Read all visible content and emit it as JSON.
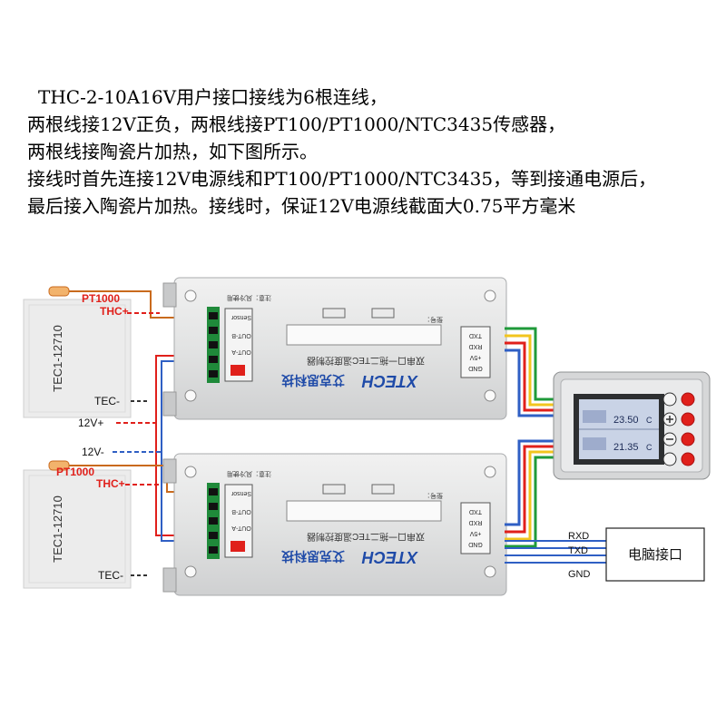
{
  "intro": {
    "lines": [
      "THC-2-10A16V用户接口接线为6根连线，",
      "两根线接12V正负，两根线接PT100/PT1000/NTC3435传感器，",
      "两根线接陶瓷片加热，如下图所示。",
      "接线时首先连接12V电源线和PT100/PT1000/NTC3435，等到接通电源后，",
      "最后接入陶瓷片加热。接线时，保证12V电源线截面大0.75平方毫米"
    ]
  },
  "left_labels": {
    "pt1000": "PT1000",
    "thc_plus": "THC+",
    "tec_model": "TEC1-12710",
    "tec_minus": "TEC-",
    "v12_plus": "12V+",
    "v12_minus": "12V-"
  },
  "controller": {
    "brand": "XTECH",
    "brand_cn": "艾克思科技",
    "subtitle": "双串口一拖二TEC温度控制器",
    "model_tag": "型号：",
    "terminals": [
      "Sensor",
      "OUT-B",
      "OUT-A"
    ],
    "port_labels": [
      "TXD",
      "RXD",
      "+5V",
      "GND"
    ],
    "note": "注意：风冷使用"
  },
  "display": {
    "reading_top": "23.50",
    "reading_bottom": "21.35",
    "unit": "C",
    "button_icons": [
      "cycle-icon",
      "plus-icon",
      "minus-icon",
      "ok-icon"
    ]
  },
  "pc": {
    "label": "电脑接口",
    "rxd": "RXD",
    "txd": "TXD",
    "gnd": "GND"
  },
  "colors": {
    "red": "#e0201b",
    "blue": "#2f5fc4",
    "orange_wire": "#c96a1d",
    "green": "#1f9a3a",
    "yellow": "#f2c51e"
  }
}
